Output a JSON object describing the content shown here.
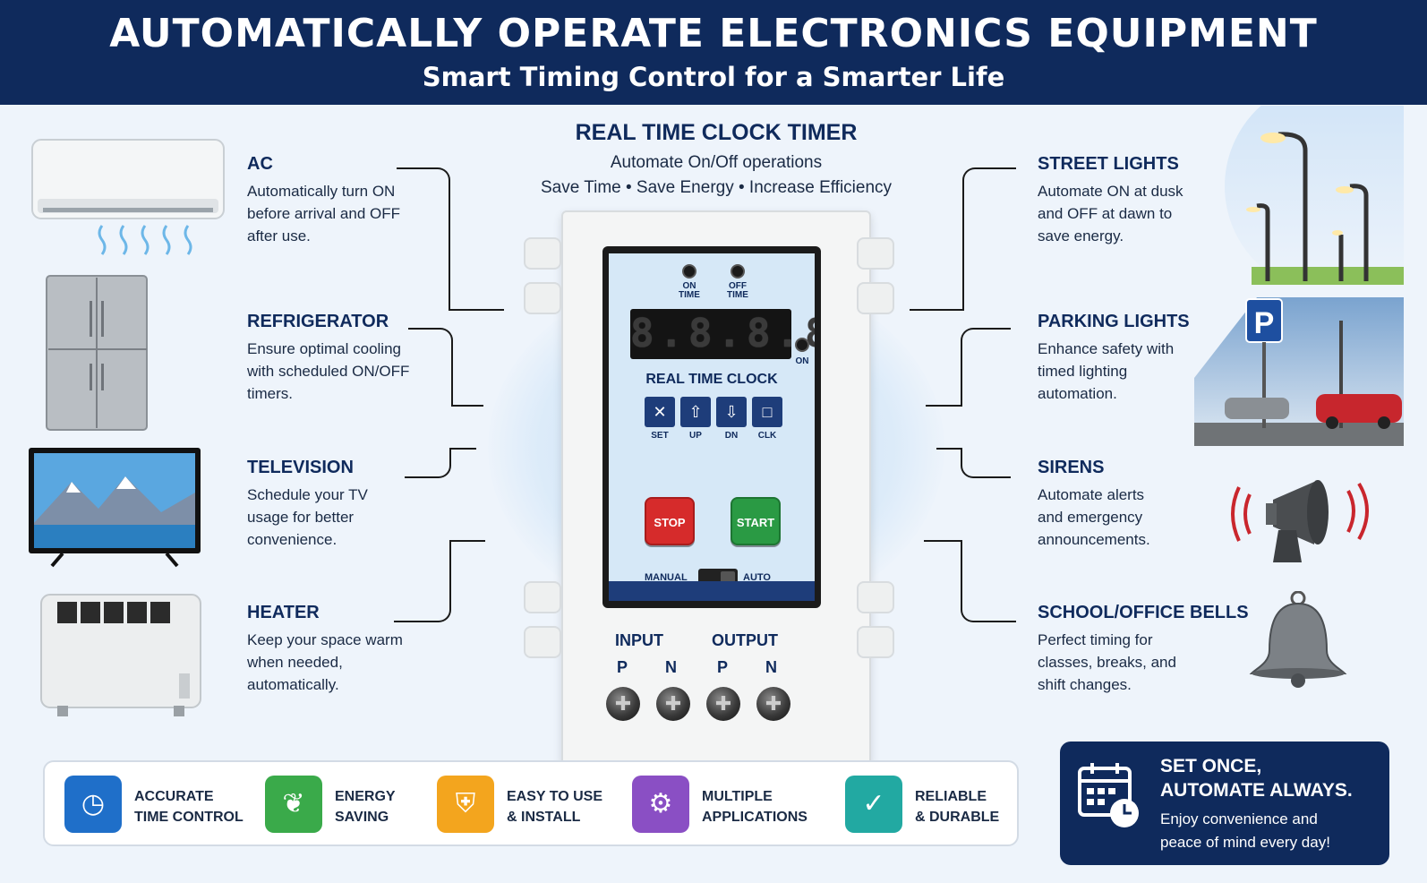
{
  "header": {
    "title": "AUTOMATICALLY OPERATE ELECTRONICS EQUIPMENT",
    "subtitle": "Smart Timing Control for a Smarter Life"
  },
  "center": {
    "title": "REAL TIME CLOCK TIMER",
    "line1": "Automate On/Off operations",
    "line2": "Save Time • Save Energy • Increase Efficiency"
  },
  "left_features": [
    {
      "title": "AC",
      "desc": "Automatically turn ON before arrival and OFF after use.",
      "icon": "air-conditioner-icon"
    },
    {
      "title": "REFRIGERATOR",
      "desc": "Ensure optimal cooling with scheduled ON/OFF timers.",
      "icon": "refrigerator-icon"
    },
    {
      "title": "TELEVISION",
      "desc": "Schedule your TV usage for better convenience.",
      "icon": "television-icon"
    },
    {
      "title": "HEATER",
      "desc": "Keep your space warm when needed, automatically.",
      "icon": "heater-icon"
    }
  ],
  "right_features": [
    {
      "title": "STREET LIGHTS",
      "desc": "Automate ON at dusk and OFF at dawn to save energy.",
      "icon": "street-light-icon"
    },
    {
      "title": "PARKING LIGHTS",
      "desc": "Enhance safety with timed lighting automation.",
      "icon": "parking-icon"
    },
    {
      "title": "SIRENS",
      "desc": "Automate alerts and emergency announcements.",
      "icon": "siren-icon"
    },
    {
      "title": "SCHOOL/OFFICE BELLS",
      "desc": "Perfect timing for classes, breaks, and shift changes.",
      "icon": "bell-icon"
    }
  ],
  "device": {
    "on_time": "ON TIME",
    "off_time": "OFF TIME",
    "display": "8.8.8.8",
    "on_indicator": "ON",
    "label": "REAL TIME CLOCK",
    "keys": [
      "SET",
      "UP",
      "DN",
      "CLK"
    ],
    "stop": "STOP",
    "start": "START",
    "manual": "MANUAL",
    "auto": "AUTO",
    "input": "INPUT",
    "output": "OUTPUT",
    "terminals": [
      "P",
      "N",
      "P",
      "N"
    ]
  },
  "benefits": [
    {
      "line1": "ACCURATE",
      "line2": "TIME CONTROL",
      "icon": "clock-icon",
      "color": "#1f6fc9"
    },
    {
      "line1": "ENERGY",
      "line2": "SAVING",
      "icon": "leaf-icon",
      "color": "#3aaa4a"
    },
    {
      "line1": "EASY TO USE",
      "line2": "& INSTALL",
      "icon": "shield-icon",
      "color": "#f3a51e"
    },
    {
      "line1": "MULTIPLE",
      "line2": "APPLICATIONS",
      "icon": "gear-icon",
      "color": "#8a4fc4"
    },
    {
      "line1": "RELIABLE",
      "line2": "& DURABLE",
      "icon": "shield-check-icon",
      "color": "#22a9a2"
    }
  ],
  "cta": {
    "headline1": "SET ONCE,",
    "headline2": "AUTOMATE ALWAYS.",
    "sub1": "Enjoy convenience and",
    "sub2": "peace of mind every day!"
  },
  "colors": {
    "navy": "#0f2a5c",
    "stop": "#d62b2b",
    "start": "#2a9a44"
  }
}
